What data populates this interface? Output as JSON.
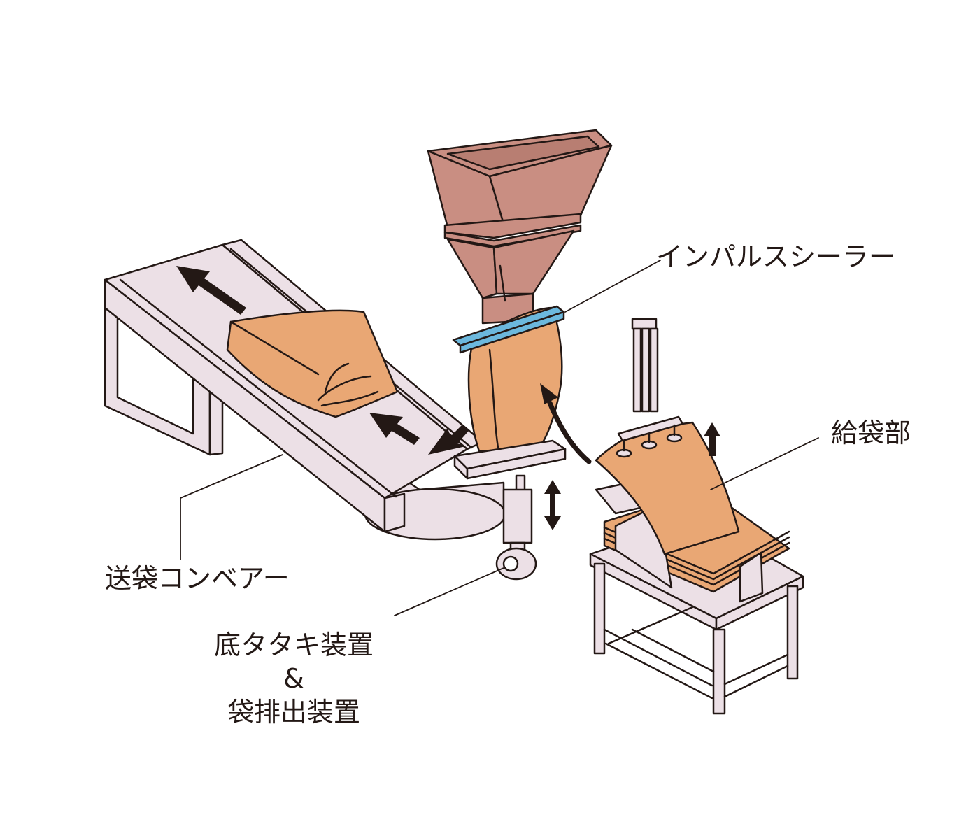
{
  "labels": {
    "impulse_sealer": "インパルスシーラー",
    "bag_feeder": "給袋部",
    "bag_conveyor": "送袋コンベアー",
    "bottom_device_line1": "底タタキ装置",
    "bottom_device_line2": "&",
    "bottom_device_line3": "袋排出装置"
  },
  "colors": {
    "outline": "#231815",
    "machine_body": "#ece0e6",
    "hopper": "#c98e82",
    "bag": "#e9a774",
    "sealer_bar": "#6cb8dd"
  }
}
